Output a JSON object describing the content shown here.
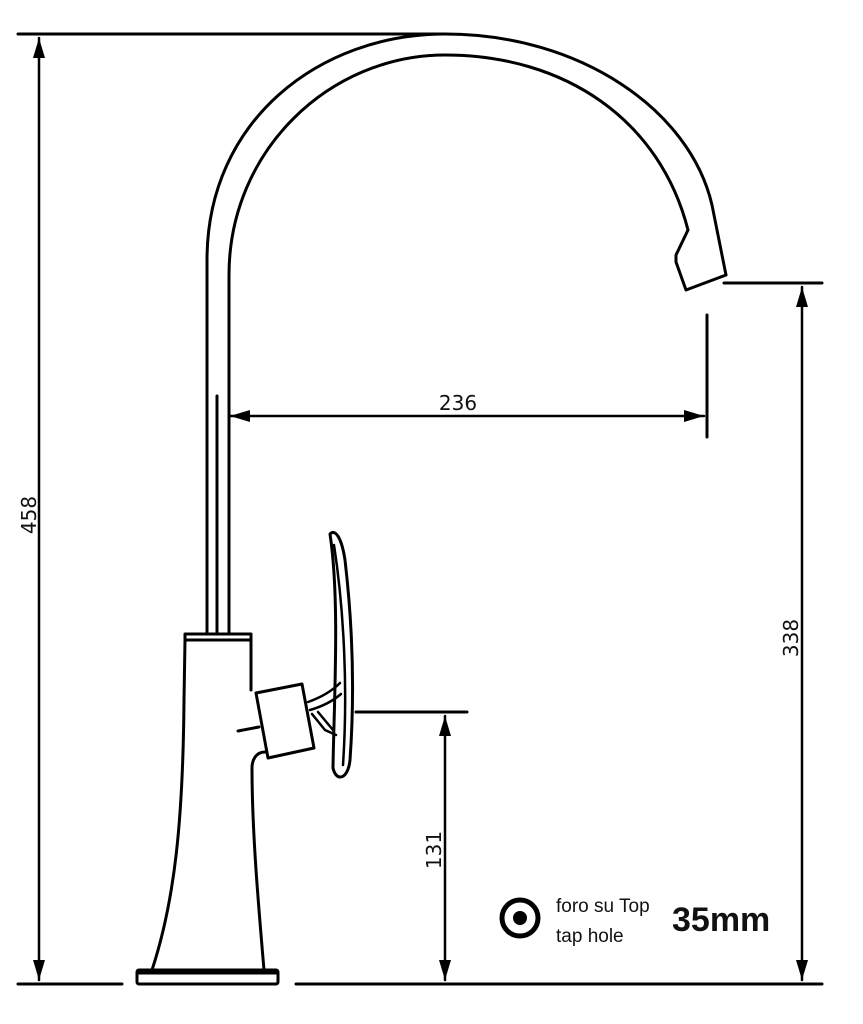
{
  "drawing": {
    "subject": "kitchen faucet technical dimension drawing",
    "units": "mm",
    "dimensions": {
      "total_height": "458",
      "spout_reach": "236",
      "spout_outlet_height": "338",
      "handle_height": "131"
    },
    "legend": {
      "icon": "tap-hole-icon",
      "line1": "foro su Top",
      "line2": "tap hole",
      "size": "35mm"
    },
    "colors": {
      "line": "#000000",
      "background": "#ffffff"
    }
  }
}
